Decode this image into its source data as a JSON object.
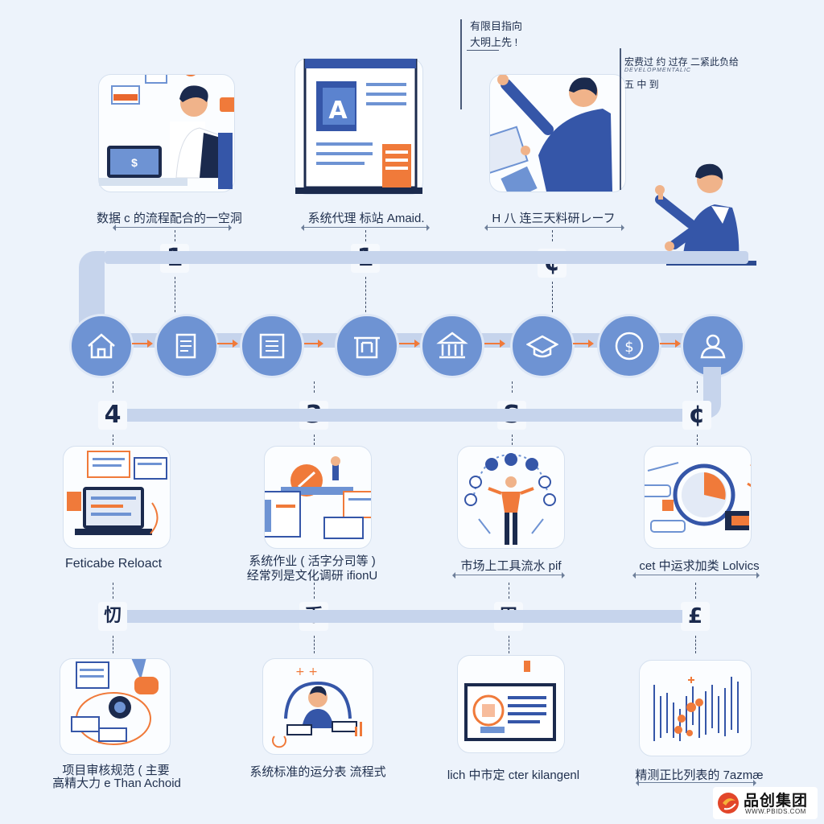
{
  "top_captions": {
    "c1": "数据 c 的流程配合的一空洞",
    "c2": "系统代理 标站 Amaid.",
    "c3": "H 八 连三天料研レーフ"
  },
  "top_right_note": {
    "line1": "有限目指向",
    "line2": "大明上先 !"
  },
  "right_note": {
    "line1": "宏费过 约 过存 二紧此负给",
    "line2": "DEVELOPMENTALIC",
    "line3": "五 中 到"
  },
  "badges": {
    "b_top1": "1",
    "b_top2": "1",
    "b_top3": "¢",
    "b_mid1": "4",
    "b_mid2": "3",
    "b_mid3": "S",
    "b_mid4": "¢",
    "b_low1": "忉",
    "b_low2": "币",
    "b_low3": "田",
    "b_low4": "£"
  },
  "mid_captions": {
    "m1": "Feticabe Reloact",
    "m2a": "系统作业 ( 活字分司等 )",
    "m2b": "经常列是文化调研 ifionU",
    "m3": "市场上工具流水 pif",
    "m4": "cet 中运求加类 Lolvics"
  },
  "bottom_captions": {
    "b1a": "项目审核规范 ( 主要",
    "b1b": "高精大力 e Than Achoid",
    "b2": "系统标准的运分表 流程式",
    "b3": "lich 中市定 cter kilangenl",
    "b4": "精测正比列表的 7azmæ"
  },
  "card_texts": {
    "monitor_letter": "A",
    "dollar": "$"
  },
  "logo": {
    "name": "品创集团",
    "url": "WWW.PBIDS.COM"
  },
  "colors": {
    "primary_blue": "#6e93d3",
    "dark_navy": "#1b2a4d",
    "accent_orange": "#f07a3a",
    "track": "#c6d4ec",
    "background": "#edf3fb"
  },
  "icons": [
    "house-icon",
    "document-icon",
    "list-icon",
    "shop-icon",
    "bank-icon",
    "graduation-cap-icon",
    "dollar-icon",
    "user-icon"
  ]
}
